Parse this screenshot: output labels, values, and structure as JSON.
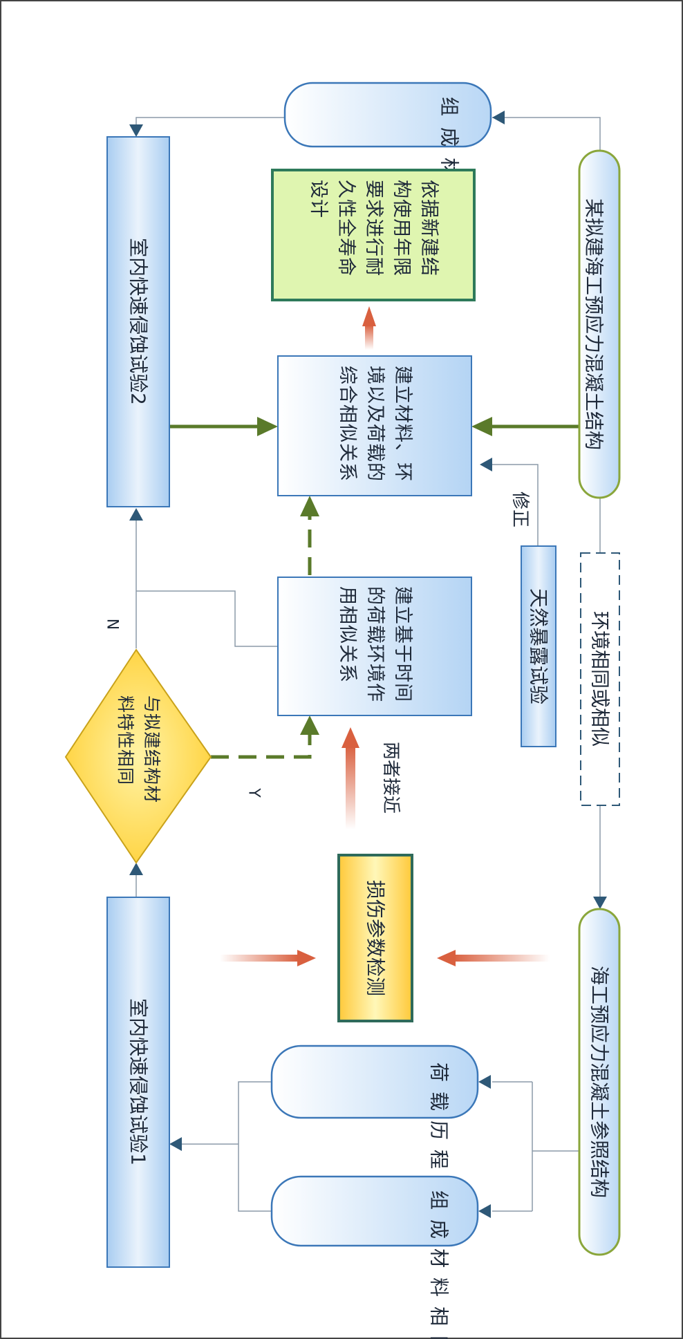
{
  "nodes": {
    "proposed_structure": "某拟建海工预应力混凝土结构",
    "reference_structure": "海工预应力混凝土参照结构",
    "same_composition_top": "组成材料相同",
    "lifetime_design": "依据新建结构使用年限要求进行耐久性全寿命设计",
    "comprehensive_similarity": "建立材料、环境以及荷载的综合相似关系",
    "indoor_test_2": "室内快速侵蚀试验2",
    "environment_similar": "环境相同或相似",
    "natural_exposure": "天然暴露试验",
    "time_based_similarity": "建立基于时间的荷载环境作用相似关系",
    "material_check": "与拟建结构材料特性相同",
    "damage_detection": "损伤参数检测",
    "load_history_similar": "荷载历程相似",
    "same_composition_bottom": "组成材料相同",
    "indoor_test_1": "室内快速侵蚀试验1"
  },
  "edge_labels": {
    "correction": "修正",
    "close_match": "两者接近",
    "no": "N",
    "yes": "Y"
  },
  "colors": {
    "blue_border": "#3b77b8",
    "green_arrow": "#5a7a2a",
    "dark_arrow": "#2e5877",
    "red_arrow": "#d9603f",
    "diamond_fill": "#ffd740",
    "green_fill": "#dff5b0"
  }
}
